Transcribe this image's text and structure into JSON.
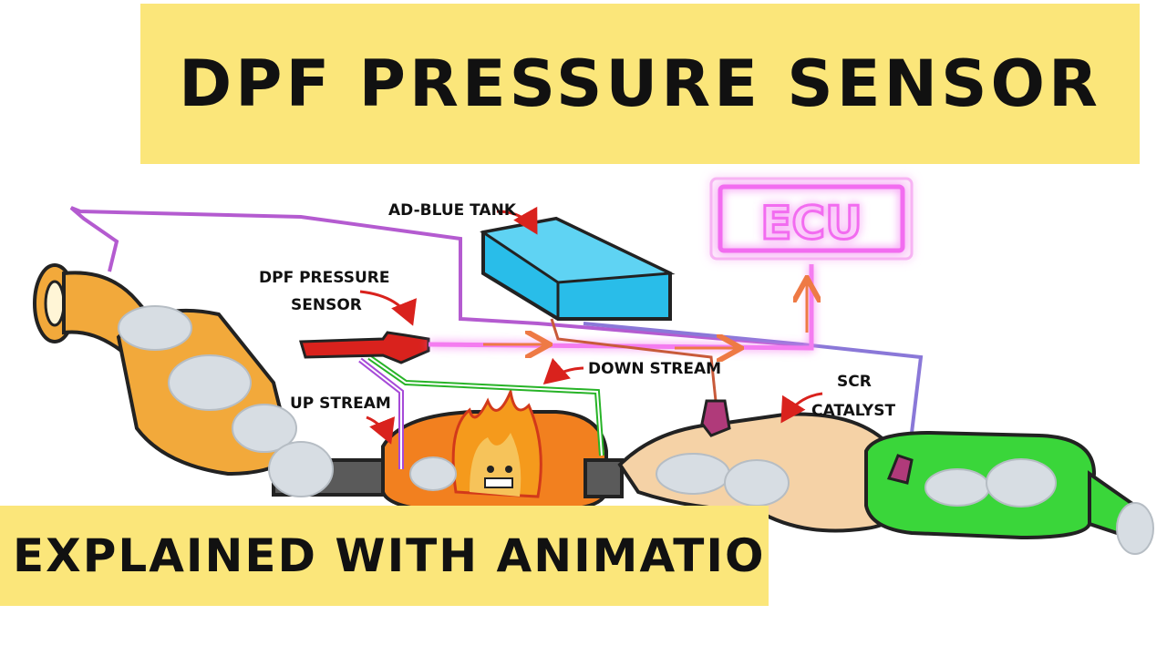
{
  "title": "DPF PRESSURE SENSOR",
  "subtitle": "EXPLAINED WITH ANIMATION",
  "labels": {
    "adblue_tank": "AD-BLUE TANK",
    "dpf_sensor_line1": "DPF PRESSURE",
    "dpf_sensor_line2": "SENSOR",
    "down_stream": "DOWN STREAM",
    "up_stream": "UP STREAM",
    "scr_line1": "SCR",
    "scr_line2": "CATALYST",
    "ecu": "ECU"
  },
  "colors": {
    "banner": "#fbe67a",
    "exhaust_pipe": "#f2a93b",
    "dpf_body": "#f2801f",
    "adblue_tank": "#29bde9",
    "dpf_sensor": "#d9221d",
    "scr_catalyst": "#f5d2a6",
    "silencer": "#3ad63a",
    "signal_wire": "#f47bf0",
    "ecu_glow": "#f26cf0",
    "down_stream_line": "#27b327",
    "up_stream_line": "#a64ad8",
    "flow_arrow": "#ee7a45"
  },
  "icons": [
    "flame-icon",
    "smoke-icon",
    "arrow-icon"
  ]
}
